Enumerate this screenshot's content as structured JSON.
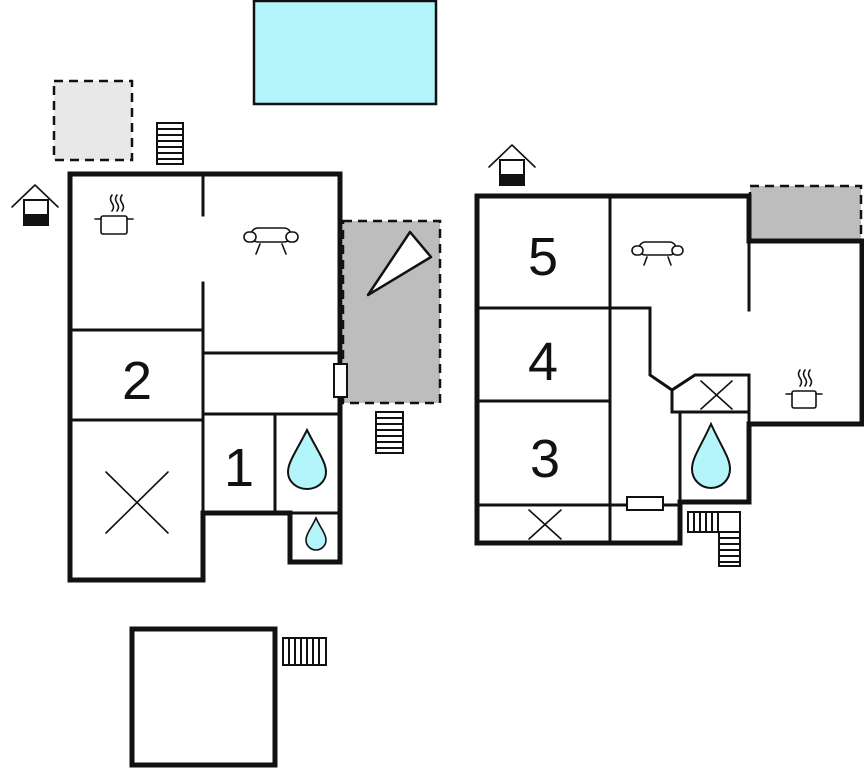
{
  "colors": {
    "wall": "#111111",
    "pool": "#b3f5fb",
    "terrace_dashed": "#e8e8e8",
    "terrace_gray": "#bdbdbd",
    "water": "#b3f5fb",
    "background": "#ffffff"
  },
  "rooms": {
    "left_house": {
      "room_1": "1",
      "room_2": "2"
    },
    "right_house": {
      "room_3": "3",
      "room_4": "4",
      "room_5": "5"
    }
  },
  "icons": [
    "entrance-house-icon",
    "cooking-pot-icon",
    "sofa-icon",
    "shower-drop-icon",
    "bed-cross-icon",
    "stairs-icon",
    "pool-rectangle",
    "triangle-umbrella-icon",
    "radiator-icon"
  ]
}
